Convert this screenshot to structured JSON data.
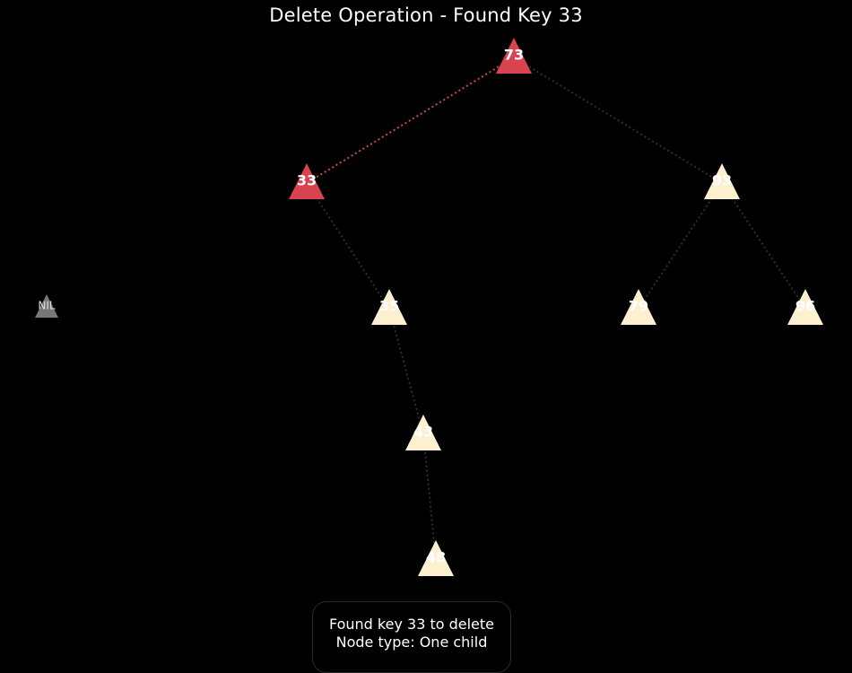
{
  "title": "Delete Operation - Found Key 33",
  "colors": {
    "background": "#000000",
    "highlight_node": "#d9434f",
    "normal_node": "#fdf0cf",
    "nil_node": "#777777",
    "highlight_edge": "#c0504d",
    "normal_edge": "#2b2f33"
  },
  "nodes": [
    {
      "id": "n73",
      "label": "73",
      "state": "highlight"
    },
    {
      "id": "n33",
      "label": "33",
      "state": "highlight"
    },
    {
      "id": "n93",
      "label": "93",
      "state": "normal"
    },
    {
      "id": "nnil",
      "label": "NIL",
      "state": "nil"
    },
    {
      "id": "n35",
      "label": "35",
      "state": "normal"
    },
    {
      "id": "n79",
      "label": "79",
      "state": "normal"
    },
    {
      "id": "n96",
      "label": "96",
      "state": "normal"
    },
    {
      "id": "n43",
      "label": "43",
      "state": "normal"
    },
    {
      "id": "n48",
      "label": "48",
      "state": "normal"
    }
  ],
  "edges": [
    {
      "from": "n73",
      "to": "n33",
      "state": "highlight"
    },
    {
      "from": "n73",
      "to": "n93",
      "state": "normal"
    },
    {
      "from": "n33",
      "to": "n35",
      "state": "normal"
    },
    {
      "from": "n93",
      "to": "n79",
      "state": "normal"
    },
    {
      "from": "n93",
      "to": "n96",
      "state": "normal"
    },
    {
      "from": "n35",
      "to": "n43",
      "state": "normal"
    },
    {
      "from": "n43",
      "to": "n48",
      "state": "normal"
    }
  ],
  "status": {
    "line1": "Found key 33 to delete",
    "line2": "Node type: One child"
  }
}
